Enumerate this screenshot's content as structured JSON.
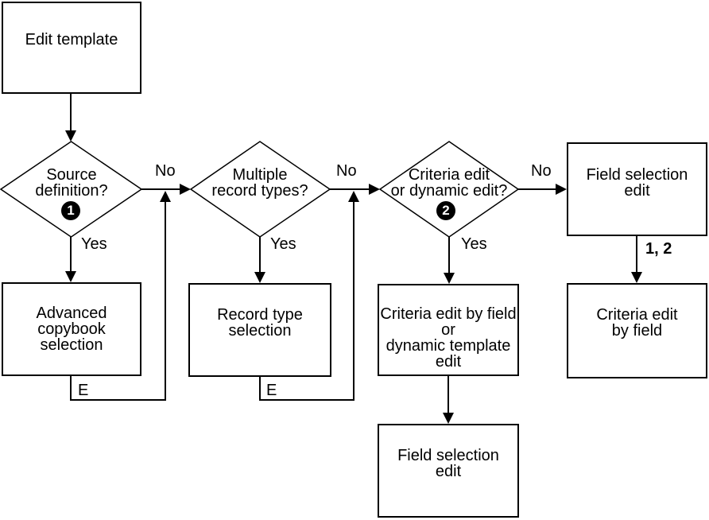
{
  "diagram": {
    "nodes": {
      "edit_template": {
        "label": "Edit template"
      },
      "source_definition": {
        "label": "Source\ndefinition?",
        "badge": "1"
      },
      "multiple_record_types": {
        "label": "Multiple\nrecord types?"
      },
      "criteria_or_dynamic_edit": {
        "label": "Criteria edit\nor dynamic edit?",
        "badge": "2"
      },
      "field_selection_edit_top": {
        "label": "Field selection\nedit"
      },
      "advanced_copybook_selection": {
        "label": "Advanced\ncopybook\nselection"
      },
      "record_type_selection": {
        "label": "Record type\nselection"
      },
      "criteria_edit_or_dynamic_template_edit": {
        "label": "Criteria edit by field\nor\ndynamic template\nedit"
      },
      "criteria_edit_by_field": {
        "label": "Criteria edit\nby field"
      },
      "field_selection_edit_bottom": {
        "label": "Field selection\nedit"
      }
    },
    "edge_labels": {
      "no_1": "No",
      "no_2": "No",
      "no_3": "No",
      "yes_1": "Yes",
      "yes_2": "Yes",
      "yes_3": "Yes",
      "exit_1": "E",
      "exit_2": "E",
      "one_two": "1, 2"
    },
    "colors": {
      "line": "#000000",
      "background": "#ffffff",
      "badge_fill": "#000000",
      "badge_text": "#ffffff"
    }
  }
}
